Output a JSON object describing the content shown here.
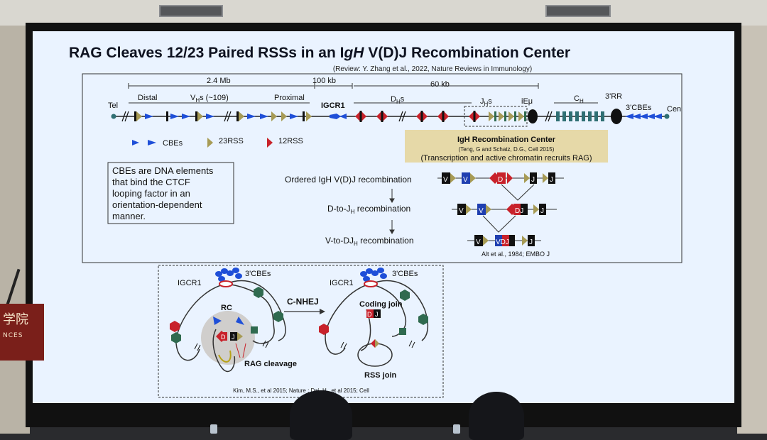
{
  "slide": {
    "title": "RAG Cleaves 12/23 Paired RSSs in an IgH V(D)J Recombination Center",
    "title_parts": [
      "RAG Cleaves 12/23 Paired RSSs in an I",
      "gH",
      " V(D)J Recombination Center"
    ],
    "review": "(Review: Y. Zhang et al., 2022, Nature Reviews in Immunology)"
  },
  "locus": {
    "scale_24mb": "2.4 Mb",
    "scale_100kb": "100 kb",
    "scale_60kb": "60 kb",
    "tel": "Tel",
    "distal": "Distal",
    "vhs_main": "V",
    "vhs_sub": "H",
    "vhs_rest": "s (~109)",
    "proximal": "Proximal",
    "igcr1": "IGCR1",
    "dhs_main": "D",
    "dhs_sub": "H",
    "dhs_rest": "s",
    "jhs_main": "J",
    "jhs_sub": "H",
    "jhs_rest": "s",
    "iemu": "iEμ",
    "ch_main": "C",
    "ch_sub": "H",
    "rr3": "3'RR",
    "cbes3": "3'CBEs",
    "cen": "Cen"
  },
  "legend": {
    "cbes": "CBEs",
    "rss23": "23RSS",
    "rss12": "12RSS"
  },
  "rc_box": {
    "title": "IgH Recombination Center",
    "cite": "(Teng, G and Schatz, D.G., Cell 2015)",
    "text": "(Transcription and active chromatin recruits RAG)"
  },
  "note": {
    "line1": "CBEs are DNA elements",
    "line2": "that bind the CTCF",
    "line3": "looping factor in an",
    "line4": "orientation-dependent",
    "line5": "manner."
  },
  "steps": {
    "ordered": "Ordered IgH V(D)J recombination",
    "d_to_j_main": "D-to-J",
    "d_to_j_sub": "H",
    "d_to_j_rest": " recombination",
    "v_to_dj_main": "V-to-DJ",
    "v_to_dj_sub": "H",
    "v_to_dj_rest": " recombination",
    "cite": "Alt et al., 1984; EMBO J"
  },
  "gene_letters": {
    "v": "V",
    "d": "D",
    "j": "J",
    "dj": "DJ",
    "vdj": "VDJ"
  },
  "loop": {
    "igcr1": "IGCR1",
    "cbes3": "3'CBEs",
    "rc": "RC",
    "rag_cleavage": "RAG cleavage",
    "cnhej": "C-NHEJ",
    "coding_join": "Coding join",
    "rss_join": "RSS join",
    "cite": "Kim, M.S., et al 2015; Nature ; Dai, H., et al  2015; Cell"
  },
  "podium": {
    "text": "学院",
    "sub": "NCES"
  },
  "colors": {
    "screen": "#eaf3ff",
    "cbe_blue": "#1f4fd8",
    "rss12_red": "#c8222b",
    "rss23_olive": "#a79b55",
    "ch_teal": "#2f6f73",
    "hex_green": "#2f6a4f",
    "rc_box": "#e6d9a8",
    "title": "#0e1220"
  }
}
